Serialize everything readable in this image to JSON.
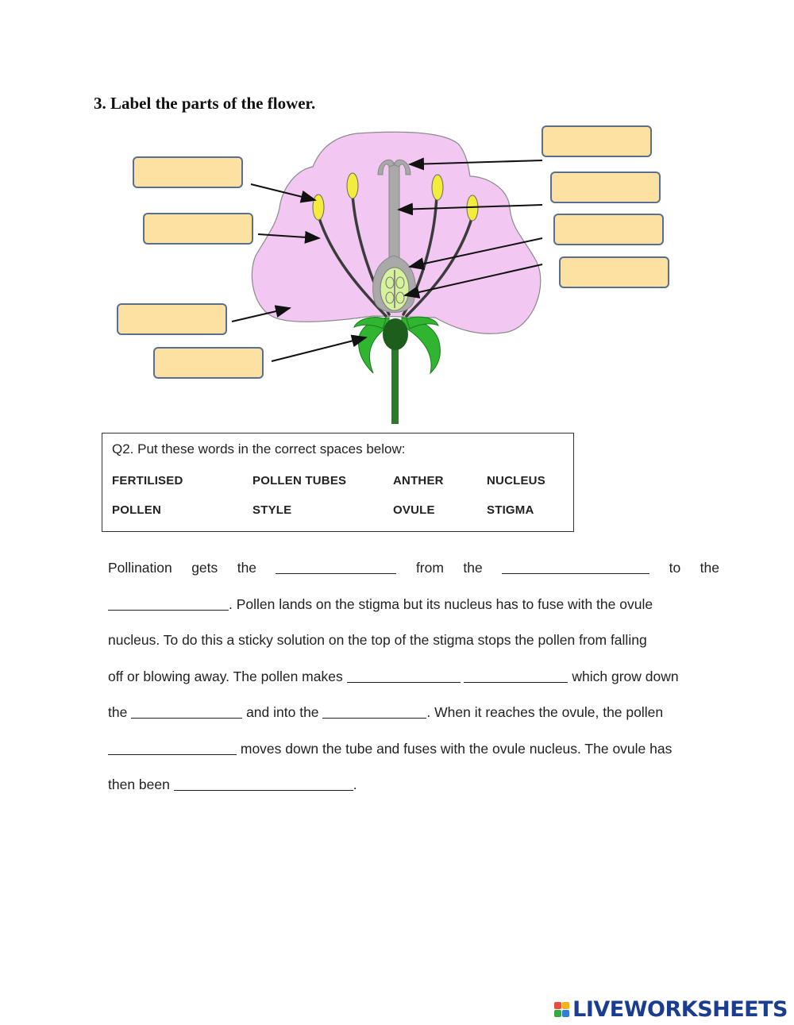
{
  "heading": "3. Label the parts of the flower.",
  "diagram": {
    "colors": {
      "petal": "#f2c8f2",
      "stamen_filament": "#3b3b3b",
      "anther": "#f4ec3c",
      "pistil": "#a9a9a9",
      "ovary": "#d6f29a",
      "sepal": "#2fb52f",
      "receptacle": "#1d5e1d",
      "stem": "#2a7a2a",
      "label_box": "#fde1a3",
      "label_box_border": "#5a6f8f"
    }
  },
  "word_box": {
    "title": "Q2. Put these words in the correct spaces below:",
    "row1": [
      "FERTILISED",
      "POLLEN TUBES",
      "ANTHER",
      "NUCLEUS"
    ],
    "row2": [
      "POLLEN",
      "STYLE",
      "OVULE",
      "STIGMA"
    ]
  },
  "paragraph": {
    "l1_a": "Pollination gets the",
    "l1_b": "from the",
    "l1_c": "to the",
    "l2": ". Pollen lands on the stigma but its nucleus has to fuse with the ovule",
    "l3": "nucleus. To do this a sticky solution on the top of the stigma stops the pollen from falling",
    "l4_a": "off or blowing away. The pollen makes",
    "l4_b": "which grow down",
    "l5_a": "the",
    "l5_b": "and into the",
    "l5_c": ". When it reaches the ovule, the pollen",
    "l6": "moves down the tube and fuses with the ovule nucleus. The ovule has",
    "l7_a": "then been",
    "l7_b": "."
  },
  "logo": {
    "text": "LIVEWORKSHEETS",
    "badge_colors": [
      "#e94e3c",
      "#f6b21a",
      "#3aa63f",
      "#2f7ed8"
    ]
  }
}
